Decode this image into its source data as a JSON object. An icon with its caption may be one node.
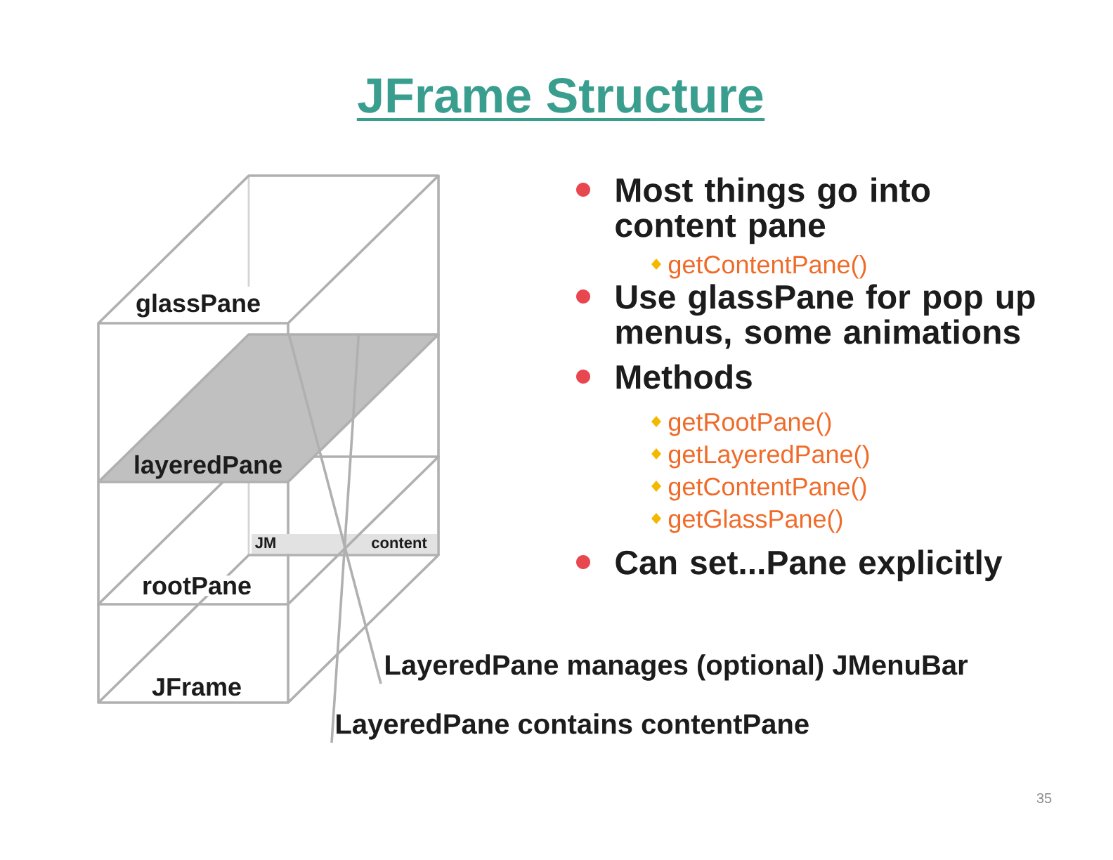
{
  "diagram": {
    "title": "JFrame Structure",
    "nodes": [
      {
        "text": [
          "glassPane"
        ]
      },
      {
        "text": [
          "layeredPane"
        ]
      },
      {
        "text": [
          "rootPane"
        ]
      },
      {
        "text": [
          "JFrame"
        ]
      },
      {
        "text": [
          "LayeredPane manages (optional) JMenuBar"
        ]
      },
      {
        "text": [
          "LayeredPane contains contentPane"
        ]
      }
    ],
    "edges": [
      {
        "from": 4,
        "to": 1,
        "arrow": "none"
      },
      {
        "from": 5,
        "to": 1,
        "arrow": "none"
      }
    ],
    "labels": [
      "JM",
      "content",
      "Most things go into content pane",
      "getContentPane()",
      "Use glassPane for pop up menus, some animations",
      "Methods",
      "getRootPane()",
      "getLayeredPane()",
      "getContentPane()",
      "getGlassPane()",
      "Can set...Pane explicitly",
      "35"
    ]
  }
}
